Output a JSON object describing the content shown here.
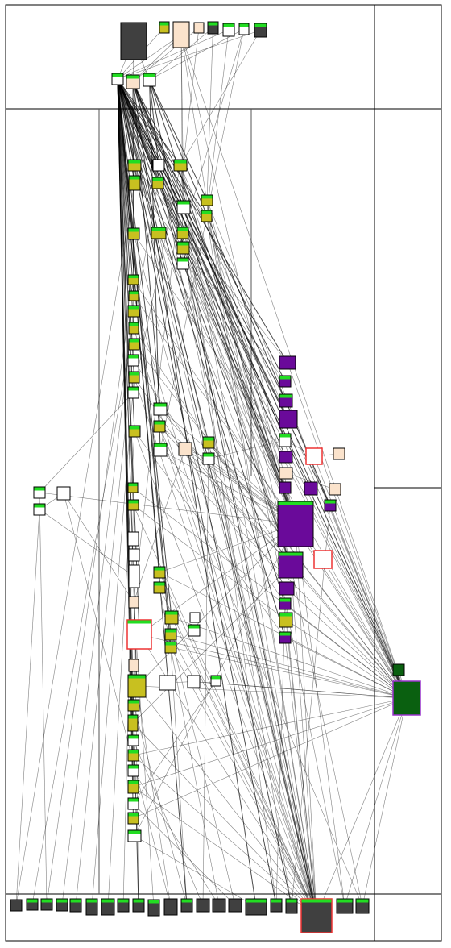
{
  "colors": {
    "background": "#ffffff",
    "lane_border": "#000000",
    "edge": "#1a1a1a",
    "node_stroke": "#000000",
    "green_band": "#22dd22",
    "fill_dark": "#404040",
    "fill_olive": "#c8c020",
    "fill_peach": "#fbe3cc",
    "fill_white": "#ffffff",
    "fill_purple": "#6a0a9a",
    "fill_darkgreen": "#0a6010",
    "stroke_red": "#ee3333",
    "stroke_purple": "#9933cc"
  },
  "node_types": [
    "dark",
    "olive",
    "peach",
    "white",
    "purple",
    "darkgreen"
  ],
  "nodes": [
    {
      "id": "t_hub",
      "type": "dark",
      "band": false
    },
    {
      "id": "t_peach_big",
      "type": "peach",
      "band": false,
      "outline": "dark"
    },
    {
      "id": "t_olive1",
      "type": "olive",
      "band": true
    },
    {
      "id": "t_peach_s",
      "type": "peach",
      "band": false
    },
    {
      "id": "t_dark_s",
      "type": "dark",
      "band": true
    },
    {
      "id": "t_white1",
      "type": "white",
      "band": true
    },
    {
      "id": "t_white2",
      "type": "white",
      "band": true
    },
    {
      "id": "t_dark2",
      "type": "dark",
      "band": true
    },
    {
      "id": "t_l1",
      "type": "white",
      "band": true
    },
    {
      "id": "t_l2",
      "type": "peach",
      "band": true
    },
    {
      "id": "t_l3",
      "type": "white",
      "band": true
    },
    {
      "id": "c1",
      "type": "olive",
      "band": true
    },
    {
      "id": "c2",
      "type": "olive",
      "band": true
    },
    {
      "id": "c3",
      "type": "white",
      "band": true
    },
    {
      "id": "c4",
      "type": "olive",
      "band": true
    },
    {
      "id": "c5",
      "type": "olive",
      "band": true
    },
    {
      "id": "c6",
      "type": "olive",
      "band": true
    },
    {
      "id": "c7",
      "type": "olive",
      "band": true
    },
    {
      "id": "c8",
      "type": "olive",
      "band": true
    },
    {
      "id": "c9",
      "type": "olive",
      "band": true
    },
    {
      "id": "c10",
      "type": "olive",
      "band": true
    },
    {
      "id": "c11",
      "type": "white",
      "band": true
    },
    {
      "id": "c12",
      "type": "olive",
      "band": true
    },
    {
      "id": "c13",
      "type": "white",
      "band": true
    },
    {
      "id": "c14",
      "type": "olive",
      "band": true
    },
    {
      "id": "c15",
      "type": "olive",
      "band": true
    },
    {
      "id": "c16",
      "type": "olive",
      "band": true
    },
    {
      "id": "c17",
      "type": "white",
      "band": false
    },
    {
      "id": "c18",
      "type": "white",
      "band": false
    },
    {
      "id": "c19",
      "type": "white",
      "band": false
    },
    {
      "id": "c20",
      "type": "peach",
      "band": false
    },
    {
      "id": "c21",
      "type": "white",
      "band": true,
      "outline": "red"
    },
    {
      "id": "c22",
      "type": "peach",
      "band": false
    },
    {
      "id": "c23",
      "type": "olive",
      "band": true
    },
    {
      "id": "c24",
      "type": "olive",
      "band": true
    },
    {
      "id": "c25",
      "type": "olive",
      "band": true
    },
    {
      "id": "c26",
      "type": "white",
      "band": true
    },
    {
      "id": "c27",
      "type": "olive",
      "band": true
    },
    {
      "id": "c28",
      "type": "white",
      "band": true
    },
    {
      "id": "c29",
      "type": "olive",
      "band": true
    },
    {
      "id": "c30",
      "type": "white",
      "band": true
    },
    {
      "id": "c31",
      "type": "olive",
      "band": true
    },
    {
      "id": "c32",
      "type": "white",
      "band": true
    },
    {
      "id": "m1",
      "type": "white",
      "band": false
    },
    {
      "id": "m2",
      "type": "olive",
      "band": true
    },
    {
      "id": "m3",
      "type": "white",
      "band": true
    },
    {
      "id": "m4",
      "type": "olive",
      "band": true
    },
    {
      "id": "m5",
      "type": "olive",
      "band": true
    },
    {
      "id": "m6",
      "type": "white",
      "band": true
    },
    {
      "id": "m7",
      "type": "olive",
      "band": true
    },
    {
      "id": "m8",
      "type": "olive",
      "band": true
    },
    {
      "id": "m9",
      "type": "olive",
      "band": true
    },
    {
      "id": "m10",
      "type": "white",
      "band": true
    },
    {
      "id": "m11",
      "type": "olive",
      "band": true
    },
    {
      "id": "m12",
      "type": "white",
      "band": true
    },
    {
      "id": "m13",
      "type": "peach",
      "band": false
    },
    {
      "id": "m14",
      "type": "olive",
      "band": true
    },
    {
      "id": "m15",
      "type": "white",
      "band": true
    },
    {
      "id": "m16",
      "type": "olive",
      "band": true
    },
    {
      "id": "m17",
      "type": "olive",
      "band": true
    },
    {
      "id": "m18",
      "type": "olive",
      "band": true
    },
    {
      "id": "m19",
      "type": "white",
      "band": false
    },
    {
      "id": "m20",
      "type": "olive",
      "band": true
    },
    {
      "id": "m21",
      "type": "white",
      "band": true
    },
    {
      "id": "m22",
      "type": "olive",
      "band": true
    },
    {
      "id": "m23",
      "type": "white",
      "band": false
    },
    {
      "id": "m24",
      "type": "white",
      "band": false
    },
    {
      "id": "m25",
      "type": "white",
      "band": true
    },
    {
      "id": "l1",
      "type": "white",
      "band": true
    },
    {
      "id": "l2",
      "type": "white",
      "band": true
    },
    {
      "id": "l3",
      "type": "white",
      "band": false
    },
    {
      "id": "p1",
      "type": "purple",
      "band": false
    },
    {
      "id": "p2",
      "type": "purple",
      "band": true
    },
    {
      "id": "p3",
      "type": "purple",
      "band": true
    },
    {
      "id": "p4",
      "type": "purple",
      "band": false
    },
    {
      "id": "p5",
      "type": "white",
      "band": true
    },
    {
      "id": "p6",
      "type": "purple",
      "band": false
    },
    {
      "id": "p7",
      "type": "white",
      "band": false,
      "outline": "red"
    },
    {
      "id": "p8",
      "type": "peach",
      "band": false
    },
    {
      "id": "p9",
      "type": "peach",
      "band": false
    },
    {
      "id": "p10",
      "type": "purple",
      "band": false
    },
    {
      "id": "p11",
      "type": "purple",
      "band": false
    },
    {
      "id": "p12",
      "type": "peach",
      "band": false
    },
    {
      "id": "p13",
      "type": "purple",
      "band": true
    },
    {
      "id": "p_big",
      "type": "purple",
      "band": true
    },
    {
      "id": "p14",
      "type": "purple",
      "band": true
    },
    {
      "id": "p15",
      "type": "white",
      "band": false,
      "outline": "red"
    },
    {
      "id": "p16",
      "type": "purple",
      "band": false
    },
    {
      "id": "p17",
      "type": "purple",
      "band": true
    },
    {
      "id": "p18",
      "type": "olive",
      "band": true
    },
    {
      "id": "p19",
      "type": "purple",
      "band": true
    },
    {
      "id": "g_small",
      "type": "darkgreen",
      "band": false
    },
    {
      "id": "g_big",
      "type": "darkgreen",
      "band": false,
      "outline": "purple"
    },
    {
      "id": "b1",
      "type": "dark",
      "band": false
    },
    {
      "id": "b2",
      "type": "dark",
      "band": true
    },
    {
      "id": "b3",
      "type": "dark",
      "band": true
    },
    {
      "id": "b4",
      "type": "dark",
      "band": true
    },
    {
      "id": "b5",
      "type": "dark",
      "band": true
    },
    {
      "id": "b6",
      "type": "dark",
      "band": true
    },
    {
      "id": "b7",
      "type": "dark",
      "band": true
    },
    {
      "id": "b8",
      "type": "dark",
      "band": true
    },
    {
      "id": "b9",
      "type": "dark",
      "band": true
    },
    {
      "id": "b10",
      "type": "dark",
      "band": true
    },
    {
      "id": "b11",
      "type": "dark",
      "band": false
    },
    {
      "id": "b12",
      "type": "dark",
      "band": true
    },
    {
      "id": "b13",
      "type": "dark",
      "band": false
    },
    {
      "id": "b14",
      "type": "dark",
      "band": false
    },
    {
      "id": "b15",
      "type": "dark",
      "band": false
    },
    {
      "id": "b16",
      "type": "dark",
      "band": true
    },
    {
      "id": "b17",
      "type": "dark",
      "band": true
    },
    {
      "id": "b18",
      "type": "dark",
      "band": true
    },
    {
      "id": "b_big",
      "type": "dark",
      "band": true,
      "outline": "red"
    },
    {
      "id": "b19",
      "type": "dark",
      "band": true
    },
    {
      "id": "b20",
      "type": "dark",
      "band": true
    }
  ],
  "edges": [
    [
      "t_l1",
      "c1"
    ],
    [
      "t_l1",
      "c2"
    ],
    [
      "t_l1",
      "c4"
    ],
    [
      "t_l1",
      "c5"
    ],
    [
      "t_l1",
      "c7"
    ],
    [
      "t_l1",
      "c9"
    ],
    [
      "t_l1",
      "c12"
    ],
    [
      "t_l1",
      "c14"
    ],
    [
      "t_l1",
      "c16"
    ],
    [
      "t_l1",
      "c21"
    ],
    [
      "t_l1",
      "c23"
    ],
    [
      "t_l1",
      "c25"
    ],
    [
      "t_l1",
      "c27"
    ],
    [
      "t_l1",
      "c29"
    ],
    [
      "t_l1",
      "c31"
    ],
    [
      "t_l1",
      "m2"
    ],
    [
      "t_l1",
      "m4"
    ],
    [
      "t_l1",
      "m5"
    ],
    [
      "t_l1",
      "m7"
    ],
    [
      "t_l1",
      "m9"
    ],
    [
      "t_l1",
      "m11"
    ],
    [
      "t_l1",
      "m14"
    ],
    [
      "t_l1",
      "m16"
    ],
    [
      "t_l1",
      "m18"
    ],
    [
      "t_l1",
      "m20"
    ],
    [
      "t_l1",
      "m22"
    ],
    [
      "t_l1",
      "p1"
    ],
    [
      "t_l1",
      "p3"
    ],
    [
      "t_l1",
      "p4"
    ],
    [
      "t_l1",
      "p6"
    ],
    [
      "t_l1",
      "p_big"
    ],
    [
      "t_l1",
      "p14"
    ],
    [
      "t_l1",
      "p17"
    ],
    [
      "t_l1",
      "p19"
    ],
    [
      "t_l1",
      "p10"
    ],
    [
      "t_l1",
      "p11"
    ],
    [
      "t_l1",
      "p13"
    ],
    [
      "t_l1",
      "g_big"
    ],
    [
      "t_l1",
      "b_big"
    ],
    [
      "t_l1",
      "b17"
    ],
    [
      "t_l1",
      "b18"
    ],
    [
      "t_l1",
      "b12"
    ],
    [
      "t_l1",
      "b9"
    ],
    [
      "t_l2",
      "c3"
    ],
    [
      "t_l2",
      "c8"
    ],
    [
      "t_l2",
      "m3"
    ],
    [
      "t_l2",
      "m6"
    ],
    [
      "t_l2",
      "m10"
    ],
    [
      "t_l2",
      "p2"
    ],
    [
      "t_l2",
      "p_big"
    ],
    [
      "t_l2",
      "p5"
    ],
    [
      "t_l2",
      "g_big"
    ],
    [
      "t_l2",
      "b16"
    ],
    [
      "t_l3",
      "m1"
    ],
    [
      "t_l3",
      "m8"
    ],
    [
      "t_l3",
      "m12"
    ],
    [
      "t_l3",
      "p_big"
    ],
    [
      "t_l3",
      "p13"
    ],
    [
      "t_l3",
      "b_big"
    ],
    [
      "t_hub",
      "t_l1"
    ],
    [
      "t_hub",
      "t_l2"
    ],
    [
      "t_hub",
      "t_l3"
    ],
    [
      "t_peach_big",
      "t_l2"
    ],
    [
      "t_peach_big",
      "t_l1"
    ],
    [
      "t_olive1",
      "t_l1"
    ],
    [
      "t_peach_s",
      "t_l2"
    ],
    [
      "t_dark_s",
      "t_l3"
    ],
    [
      "t_white1",
      "t_l1"
    ],
    [
      "t_white2",
      "t_l3"
    ],
    [
      "t_dark2",
      "t_l1"
    ],
    [
      "t_peach_big",
      "p_big"
    ],
    [
      "t_peach_big",
      "m3"
    ],
    [
      "t_peach_big",
      "m6"
    ],
    [
      "t_peach_big",
      "b_big"
    ],
    [
      "t_peach_big",
      "g_big"
    ],
    [
      "t_white1",
      "m9"
    ],
    [
      "t_white2",
      "m4"
    ],
    [
      "t_dark2",
      "m2"
    ],
    [
      "t_dark_s",
      "m8"
    ],
    [
      "t_white2",
      "m12"
    ],
    [
      "t_peach_s",
      "c20"
    ],
    [
      "m1",
      "p_big"
    ],
    [
      "m2",
      "p_big"
    ],
    [
      "m3",
      "p_big"
    ],
    [
      "m4",
      "p_big"
    ],
    [
      "m5",
      "p_big"
    ],
    [
      "m6",
      "p_big"
    ],
    [
      "m7",
      "p_big"
    ],
    [
      "m8",
      "p_big"
    ],
    [
      "m9",
      "p_big"
    ],
    [
      "m10",
      "p_big"
    ],
    [
      "m11",
      "p_big"
    ],
    [
      "m12",
      "p_big"
    ],
    [
      "m13",
      "p_big"
    ],
    [
      "m14",
      "p_big"
    ],
    [
      "m15",
      "p_big"
    ],
    [
      "m16",
      "p_big"
    ],
    [
      "m1",
      "p14"
    ],
    [
      "m3",
      "p14"
    ],
    [
      "m5",
      "p14"
    ],
    [
      "m7",
      "p14"
    ],
    [
      "m9",
      "p14"
    ],
    [
      "m11",
      "p14"
    ],
    [
      "m13",
      "p14"
    ],
    [
      "m2",
      "g_big"
    ],
    [
      "m4",
      "g_big"
    ],
    [
      "m6",
      "g_big"
    ],
    [
      "m8",
      "g_big"
    ],
    [
      "m10",
      "g_big"
    ],
    [
      "m12",
      "g_big"
    ],
    [
      "m14",
      "g_big"
    ],
    [
      "m16",
      "g_big"
    ],
    [
      "m18",
      "g_big"
    ],
    [
      "m20",
      "g_big"
    ],
    [
      "m22",
      "g_big"
    ],
    [
      "m24",
      "g_big"
    ],
    [
      "p_big",
      "g_big"
    ],
    [
      "p14",
      "g_big"
    ],
    [
      "p1",
      "g_big"
    ],
    [
      "p3",
      "g_big"
    ],
    [
      "p6",
      "g_big"
    ],
    [
      "p10",
      "g_big"
    ],
    [
      "p13",
      "g_big"
    ],
    [
      "p16",
      "g_big"
    ],
    [
      "p17",
      "g_big"
    ],
    [
      "p19",
      "g_big"
    ],
    [
      "p18",
      "g_big"
    ],
    [
      "p7",
      "g_big"
    ],
    [
      "p15",
      "g_big"
    ],
    [
      "g_small",
      "g_big"
    ],
    [
      "c1",
      "p1"
    ],
    [
      "c2",
      "p2"
    ],
    [
      "c4",
      "p4"
    ],
    [
      "c5",
      "p6"
    ],
    [
      "c7",
      "p_big"
    ],
    [
      "c9",
      "p14"
    ],
    [
      "c11",
      "p16"
    ],
    [
      "c12",
      "p17"
    ],
    [
      "c14",
      "p19"
    ],
    [
      "c16",
      "p18"
    ],
    [
      "c21",
      "p_big"
    ],
    [
      "c23",
      "p_big"
    ],
    [
      "c25",
      "p14"
    ],
    [
      "c6",
      "g_big"
    ],
    [
      "c10",
      "g_big"
    ],
    [
      "c15",
      "g_big"
    ],
    [
      "c21",
      "g_big"
    ],
    [
      "c23",
      "g_big"
    ],
    [
      "c27",
      "g_big"
    ],
    [
      "c29",
      "g_big"
    ],
    [
      "c31",
      "g_big"
    ],
    [
      "c1",
      "b_big"
    ],
    [
      "c3",
      "b_big"
    ],
    [
      "c5",
      "b_big"
    ],
    [
      "c7",
      "b_big"
    ],
    [
      "c9",
      "b_big"
    ],
    [
      "c12",
      "b_big"
    ],
    [
      "c14",
      "b_big"
    ],
    [
      "c16",
      "b_big"
    ],
    [
      "c21",
      "b_big"
    ],
    [
      "c23",
      "b_big"
    ],
    [
      "c25",
      "b_big"
    ],
    [
      "c27",
      "b_big"
    ],
    [
      "c29",
      "b_big"
    ],
    [
      "m2",
      "b_big"
    ],
    [
      "m4",
      "b_big"
    ],
    [
      "m7",
      "b_big"
    ],
    [
      "m9",
      "b_big"
    ],
    [
      "m11",
      "b_big"
    ],
    [
      "m14",
      "b_big"
    ],
    [
      "m16",
      "b_big"
    ],
    [
      "m17",
      "b_big"
    ],
    [
      "m18",
      "b_big"
    ],
    [
      "m20",
      "b_big"
    ],
    [
      "m22",
      "b_big"
    ],
    [
      "p_big",
      "b_big"
    ],
    [
      "p14",
      "b_big"
    ],
    [
      "p17",
      "b_big"
    ],
    [
      "p19",
      "b_big"
    ],
    [
      "p18",
      "b_big"
    ],
    [
      "c2",
      "b1"
    ],
    [
      "c4",
      "b2"
    ],
    [
      "c6",
      "b3"
    ],
    [
      "c8",
      "b4"
    ],
    [
      "c10",
      "b5"
    ],
    [
      "c12",
      "b6"
    ],
    [
      "c14",
      "b7"
    ],
    [
      "c16",
      "b8"
    ],
    [
      "c18",
      "b9"
    ],
    [
      "c20",
      "b10"
    ],
    [
      "c22",
      "b11"
    ],
    [
      "c24",
      "b12"
    ],
    [
      "c26",
      "b13"
    ],
    [
      "c28",
      "b14"
    ],
    [
      "c30",
      "b15"
    ],
    [
      "c32",
      "b16"
    ],
    [
      "m2",
      "b17"
    ],
    [
      "m5",
      "b18"
    ],
    [
      "m8",
      "b19"
    ],
    [
      "m11",
      "b20"
    ],
    [
      "m14",
      "b13"
    ],
    [
      "m17",
      "b14"
    ],
    [
      "m20",
      "b15"
    ],
    [
      "m22",
      "b12"
    ],
    [
      "p_big",
      "b19"
    ],
    [
      "p14",
      "b20"
    ],
    [
      "p13",
      "b18"
    ],
    [
      "p17",
      "b17"
    ],
    [
      "g_big",
      "b20"
    ],
    [
      "g_big",
      "b19"
    ],
    [
      "g_big",
      "b_big"
    ],
    [
      "l1",
      "l3"
    ],
    [
      "l2",
      "l3"
    ],
    [
      "l3",
      "c20"
    ],
    [
      "l1",
      "c13"
    ],
    [
      "l2",
      "c19"
    ],
    [
      "l3",
      "b11"
    ],
    [
      "l1",
      "b3"
    ],
    [
      "l2",
      "b1"
    ],
    [
      "l1",
      "p_big"
    ],
    [
      "c1",
      "c2"
    ],
    [
      "c3",
      "m1"
    ],
    [
      "c13",
      "m2"
    ],
    [
      "c20",
      "m13"
    ],
    [
      "m13",
      "m15"
    ],
    [
      "m15",
      "p5"
    ],
    [
      "p5",
      "p7"
    ],
    [
      "p7",
      "p8"
    ],
    [
      "p9",
      "p12"
    ],
    [
      "p11",
      "p12"
    ],
    [
      "p_big",
      "p15"
    ],
    [
      "c30",
      "m25"
    ],
    [
      "m23",
      "m24"
    ],
    [
      "m24",
      "g_big"
    ],
    [
      "c32",
      "p_big"
    ]
  ]
}
